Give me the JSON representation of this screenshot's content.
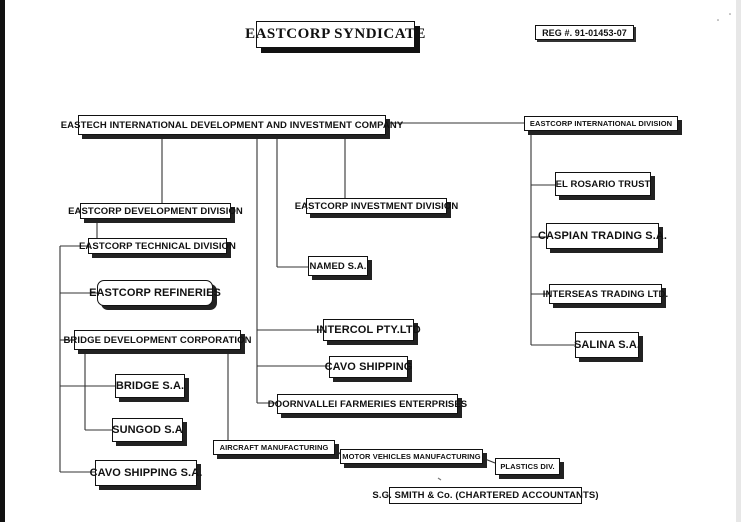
{
  "title": "EASTCORP SYNDICATE",
  "registration": "REG #. 91-01453-07",
  "boxes": {
    "eastech": "EASTECH INTERNATIONAL DEVELOPMENT AND INVESTMENT COMPANY",
    "eastcorp_international": "EASTCORP INTERNATIONAL DIVISION",
    "eastcorp_development": "EASTCORP DEVELOPMENT DIVISION",
    "eastcorp_investment": "EASTCORP INVESTMENT DIVISION",
    "eastcorp_technical": "EASTCORP TECHNICAL DIVISION",
    "named_sa": "NAMED S.A.",
    "eastcorp_refineries": "EASTCORP REFINERIES",
    "bridge_development": "BRIDGE DEVELOPMENT CORPORATION",
    "intercol": "INTERCOL PTY.LTD",
    "cavo_shipping": "CAVO SHIPPING",
    "doornvallei": "DOORNVALLEI FARMERIES ENTERPRISES",
    "bridge_sa": "BRIDGE S.A.",
    "sungod_sa": "SUNGOD S.A",
    "cavo_shipping_sa": "CAVO SHIPPING S.A.",
    "aircraft": "AIRCRAFT MANUFACTURING",
    "motor_vehicles": "MOTOR VEHICLES MANUFACTURING",
    "plastics": "PLASTICS DIV.",
    "el_rosario": "EL ROSARIO TRUST",
    "caspian": "CASPIAN TRADING S.A.",
    "interseas": "INTERSEAS TRADING LTD.",
    "salina": "SALINA S.A."
  },
  "footer": "S.G. SMITH & Co. (CHARTERED ACCOUNTANTS)"
}
